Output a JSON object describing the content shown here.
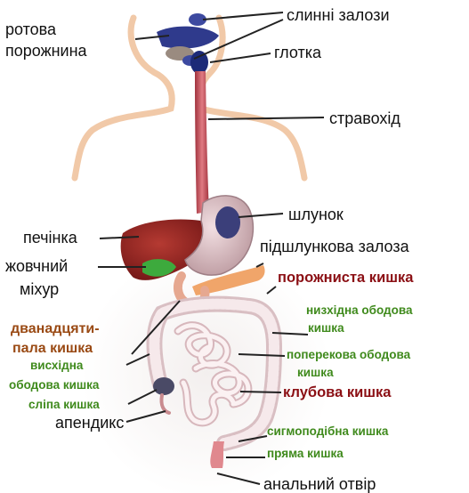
{
  "labels": {
    "mouth_line1": "ротова",
    "mouth_line2": "порожнина",
    "salivary": "слинні залози",
    "pharynx": "глотка",
    "esophagus": "стравохід",
    "stomach": "шлунок",
    "liver": "печінка",
    "pancreas": "підшлункова залоза",
    "gallbladder_line1": "жовчний",
    "gallbladder_line2": "міхур",
    "jejunum": "порожниста кишка",
    "descending_line1": "низхідна ободова",
    "descending_line2": "кишка",
    "duodenum_line1": "дванадцяти-",
    "duodenum_line2": "пала кишка",
    "ascending_line1": "висхідна",
    "ascending_line2": "ободова кишка",
    "transverse_line1": "поперекова ободова",
    "transverse_line2": "кишка",
    "cecum": "сліпа кишка",
    "ileum": "клубова кишка",
    "appendix": "апендикс",
    "sigmoid": "сигмоподібна кишка",
    "rectum": "пряма кишка",
    "anus": "анальний отвір"
  },
  "colors": {
    "black_label": "#111111",
    "red_label": "#8b0f14",
    "green_label": "#3f8a1c",
    "brown_label": "#9a4a14",
    "body_outline": "#f1c9a8",
    "esophagus": "#c8505a",
    "liver": "#8e1f1f",
    "gallbladder": "#3daa3d",
    "stomach": "#dcc0c4",
    "intestine": "#efd7da",
    "salivary": "#2f3a8c"
  }
}
